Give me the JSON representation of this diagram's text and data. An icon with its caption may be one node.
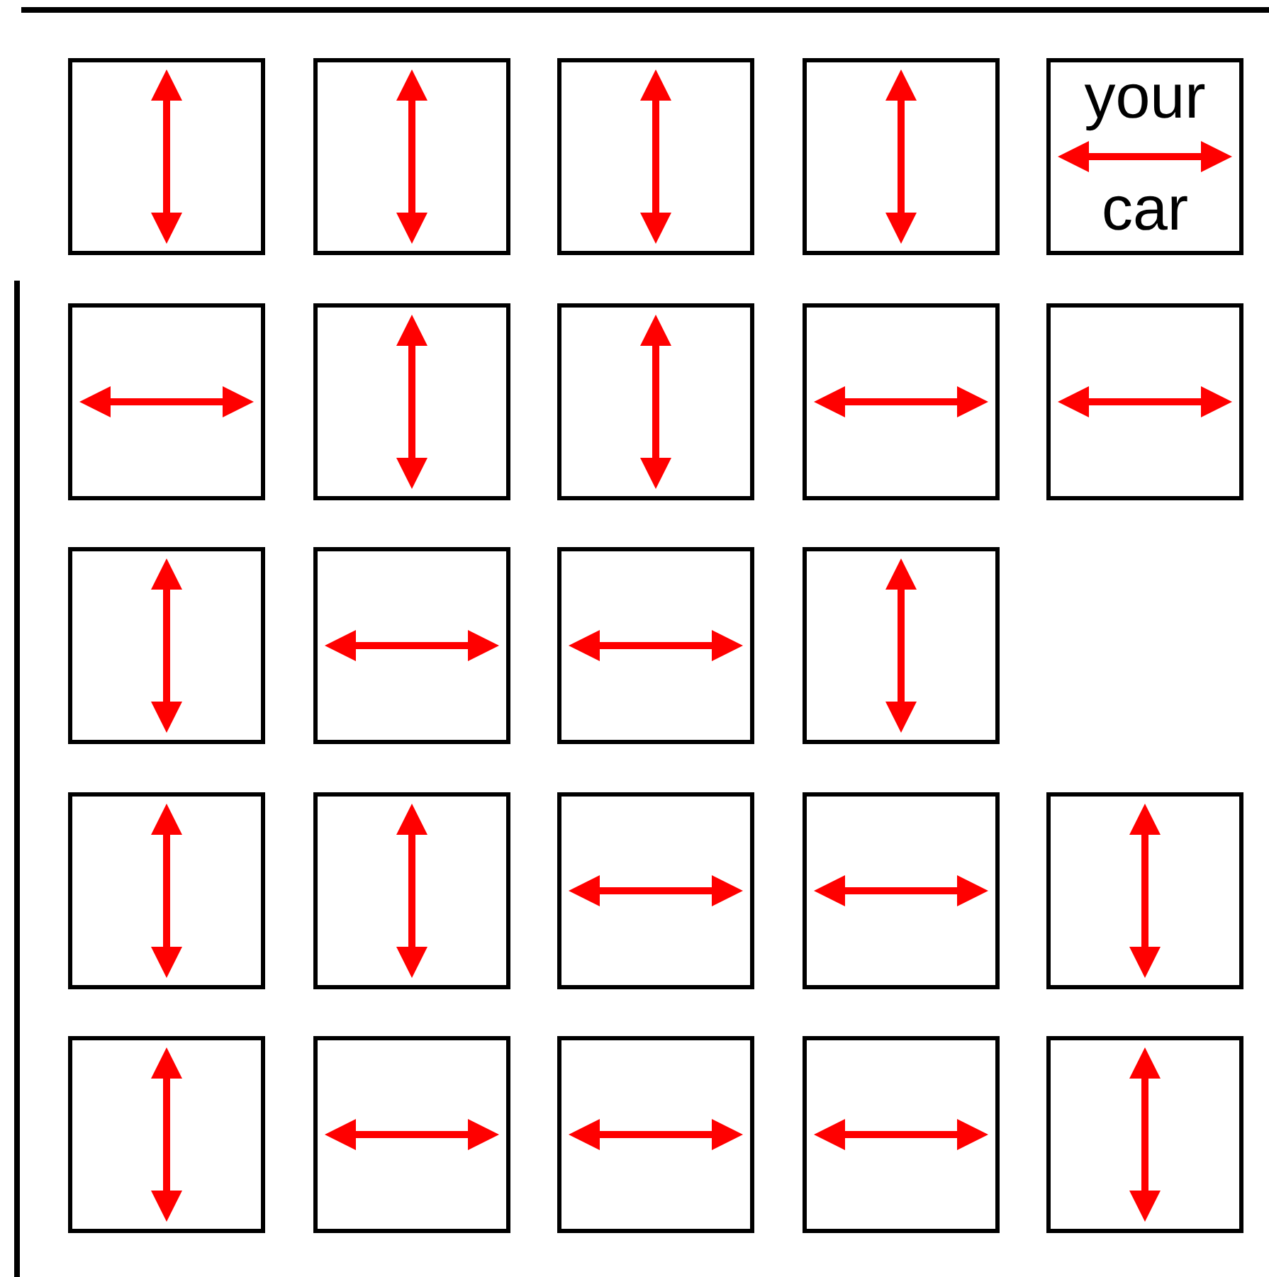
{
  "diagram": {
    "nodes": [
      {
        "text": [],
        "shape": "box"
      },
      {
        "text": [],
        "shape": "box"
      },
      {
        "text": [],
        "shape": "box"
      },
      {
        "text": [],
        "shape": "box"
      },
      {
        "text": [
          "your",
          "car"
        ]
      },
      {
        "text": [],
        "shape": "box"
      },
      {
        "text": [],
        "shape": "box"
      },
      {
        "text": [],
        "shape": "box"
      },
      {
        "text": [],
        "shape": "box"
      },
      {
        "text": [],
        "shape": "box"
      },
      {
        "text": [],
        "shape": "box"
      },
      {
        "text": [],
        "shape": "box"
      },
      {
        "text": [],
        "shape": "box"
      },
      {
        "text": [],
        "shape": "box"
      },
      {
        "text": [],
        "shape": "box"
      },
      {
        "text": [],
        "shape": "box"
      },
      {
        "text": [],
        "shape": "box"
      },
      {
        "text": [],
        "shape": "box"
      },
      {
        "text": [],
        "shape": "box"
      },
      {
        "text": [],
        "shape": "box"
      },
      {
        "text": [],
        "shape": "box"
      },
      {
        "text": [],
        "shape": "box"
      },
      {
        "text": [],
        "shape": "box"
      },
      {
        "text": [],
        "shape": "box"
      }
    ]
  }
}
